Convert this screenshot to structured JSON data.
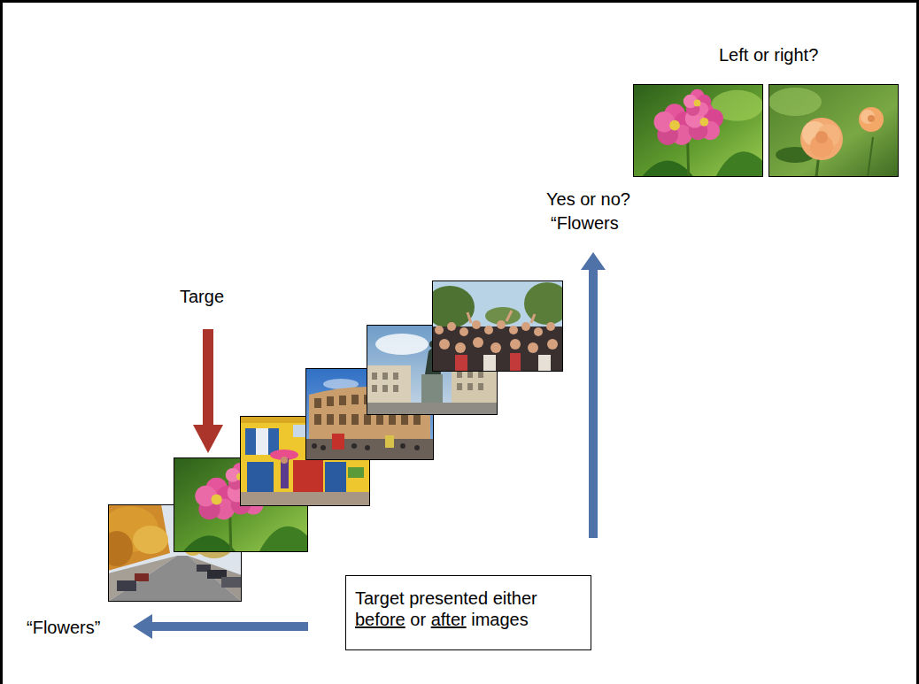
{
  "diagram": {
    "nodes": [
      {
        "text": [
          "Target presented either before or after images"
        ]
      }
    ],
    "labels": [
      "Targe",
      "Yes or no?",
      "“Flowers",
      "Left or right?",
      "“Flowers”"
    ]
  }
}
